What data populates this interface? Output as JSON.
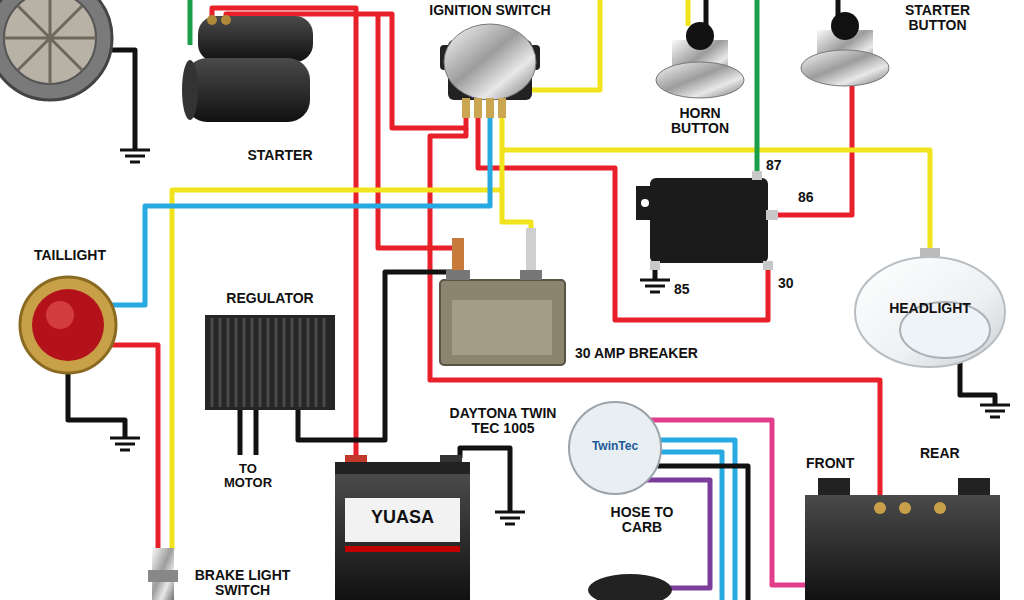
{
  "diagram": {
    "labels": [
      "IGNITION SWITCH",
      "STARTER BUTTON",
      "HORN BUTTON",
      "STARTER",
      "87",
      "86",
      "85",
      "30",
      "TAILLIGHT",
      "REGULATOR",
      "30 AMP BREAKER",
      "HEADLIGHT",
      "TO MOTOR",
      "DAYTONA TWIN TEC 1005",
      "HOSE TO CARB",
      "FRONT",
      "REAR",
      "YUASA",
      "TwinTec",
      "BRAKE LIGHT SWITCH"
    ]
  }
}
